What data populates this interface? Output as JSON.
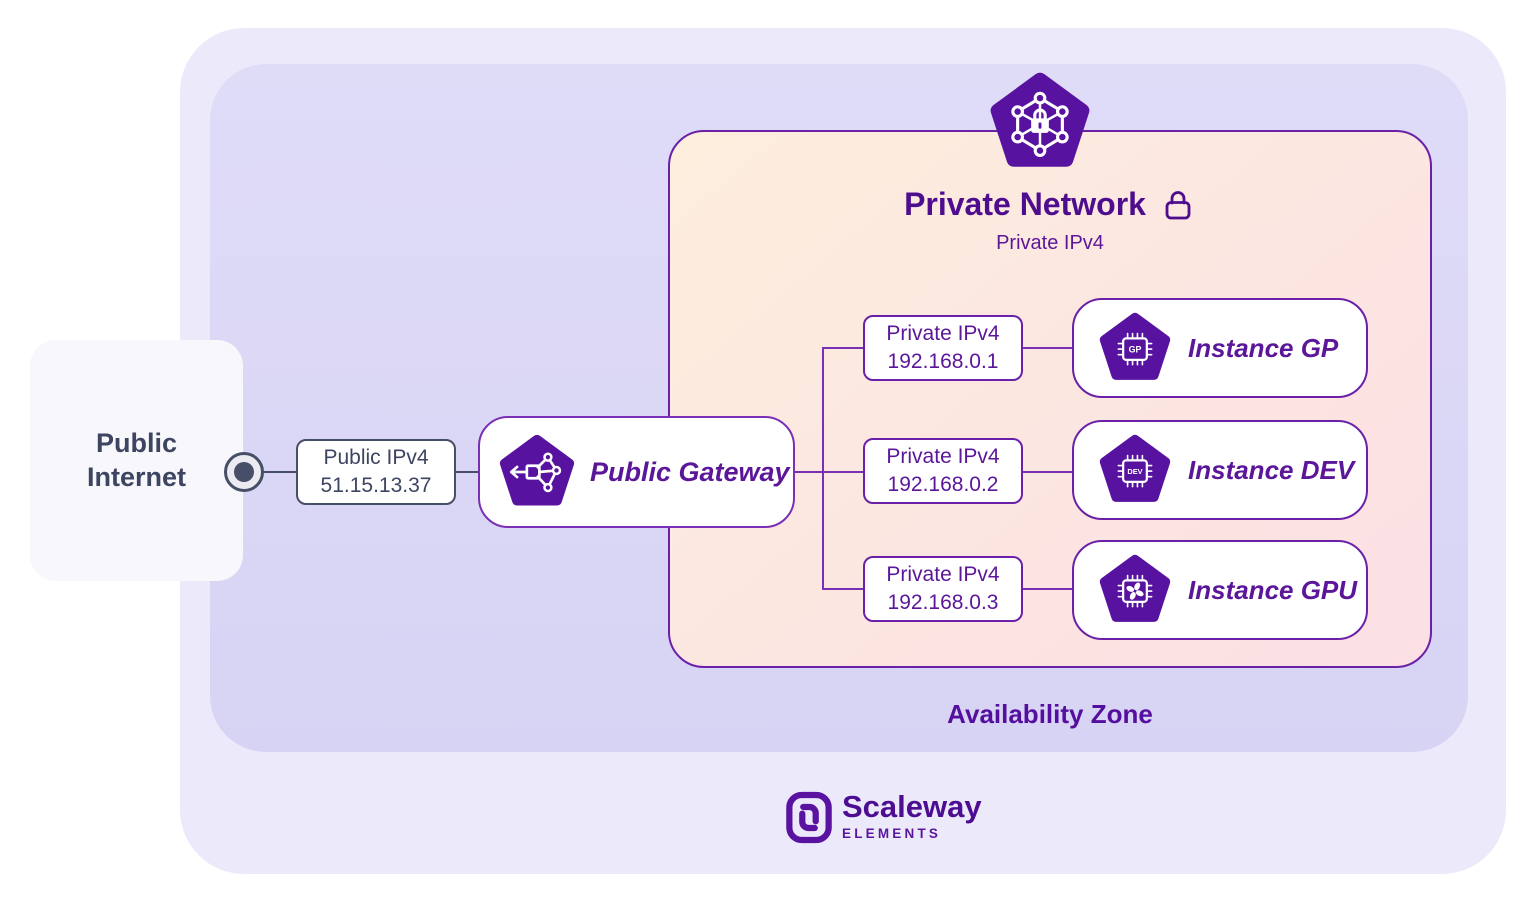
{
  "public_internet": {
    "label": "Public Internet"
  },
  "public_ip": {
    "title": "Public IPv4",
    "address": "51.15.13.37"
  },
  "public_gateway": {
    "label": "Public Gateway"
  },
  "private_network": {
    "title": "Private Network",
    "subtitle": "Private IPv4"
  },
  "private_ips": [
    {
      "title": "Private IPv4",
      "address": "192.168.0.1"
    },
    {
      "title": "Private IPv4",
      "address": "192.168.0.2"
    },
    {
      "title": "Private IPv4",
      "address": "192.168.0.3"
    }
  ],
  "instances": [
    {
      "label": "Instance GP",
      "chip_label": "GP"
    },
    {
      "label": "Instance DEV",
      "chip_label": "DEV"
    },
    {
      "label": "Instance GPU",
      "chip_icon": "fan-icon"
    }
  ],
  "availability_zone": {
    "label": "Availability Zone"
  },
  "logo": {
    "brand": "Scaleway",
    "product": "ELEMENTS"
  },
  "icons": {
    "private_network": "network-lock-pentagon-icon",
    "title_lock": "lock-icon",
    "public_gateway": "gateway-pentagon-icon",
    "instance_gp": "chip-pentagon-icon",
    "instance_dev": "chip-pentagon-icon",
    "instance_gpu": "chip-fan-pentagon-icon",
    "endpoint": "endpoint-dot-icon",
    "logo_mark": "scaleway-logo-icon"
  },
  "colors": {
    "pentagon_purple": "#5812a0",
    "title_purple": "#4e0d8e",
    "text_purple": "#5b1699",
    "border_purple": "#6a21a8",
    "line_purple": "#7b2fb5",
    "slate": "#474e68",
    "peach_bg": "#fdeedd",
    "az_lavender": "#d9d6f5",
    "outer_lavender": "#eceafa"
  }
}
